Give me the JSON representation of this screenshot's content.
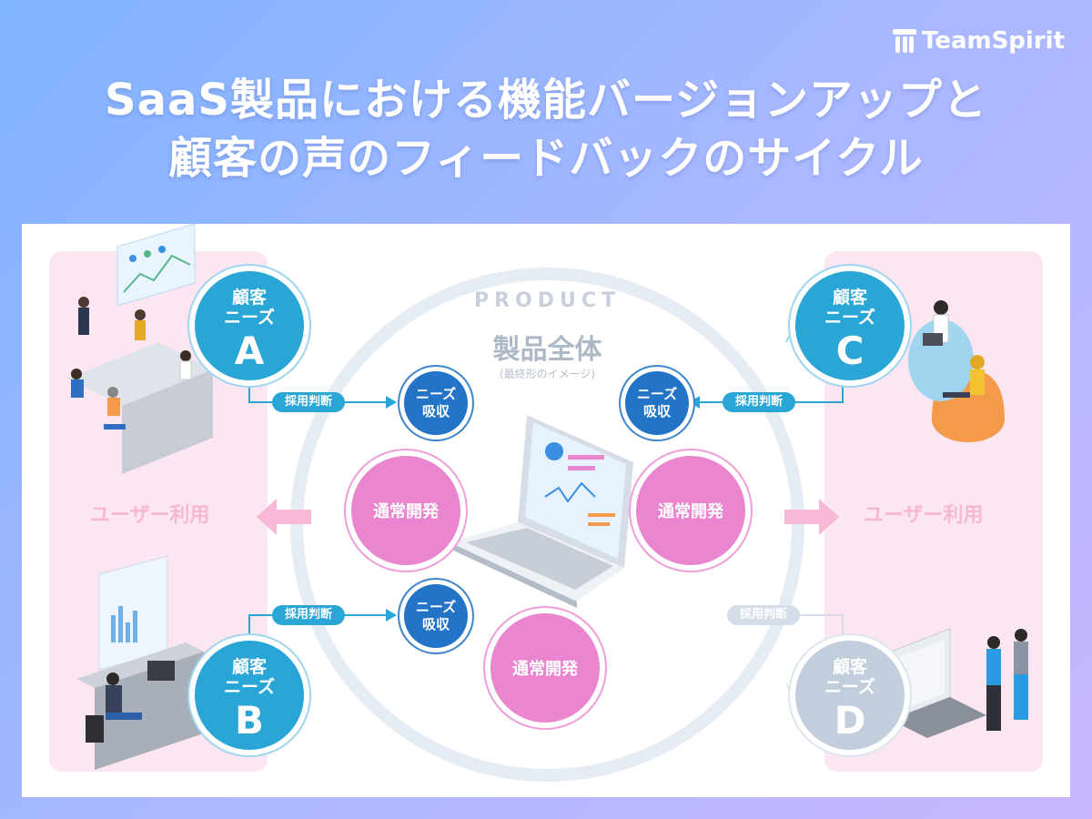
{
  "brand": {
    "name": "TeamSpirit"
  },
  "title": {
    "line1": "SaaS製品における機能バージョンアップと",
    "line2": "顧客の声のフィードバックのサイクル"
  },
  "product": {
    "label": "PRODUCT",
    "main": "製品全体",
    "sub": "(最終形のイメージ)"
  },
  "user_use_left": "ユーザー利用",
  "user_use_right": "ユーザー利用",
  "customers": [
    {
      "text": "顧客\nニーズ",
      "line1": "顧客",
      "line2": "ニーズ",
      "letter": "A"
    },
    {
      "line1": "顧客",
      "line2": "ニーズ",
      "letter": "B"
    },
    {
      "line1": "顧客",
      "line2": "ニーズ",
      "letter": "C"
    },
    {
      "line1": "顧客",
      "line2": "ニーズ",
      "letter": "D"
    }
  ],
  "adopt_label": "採用判断",
  "absorb": {
    "line1": "ニーズ",
    "line2": "吸収"
  },
  "dev_label": "通常開発",
  "colors": {
    "teal": "#2aa6d6",
    "blue": "#2373c7",
    "pink": "#e986cf",
    "grey": "#c2cedb",
    "zone": "#fbe6f1"
  }
}
